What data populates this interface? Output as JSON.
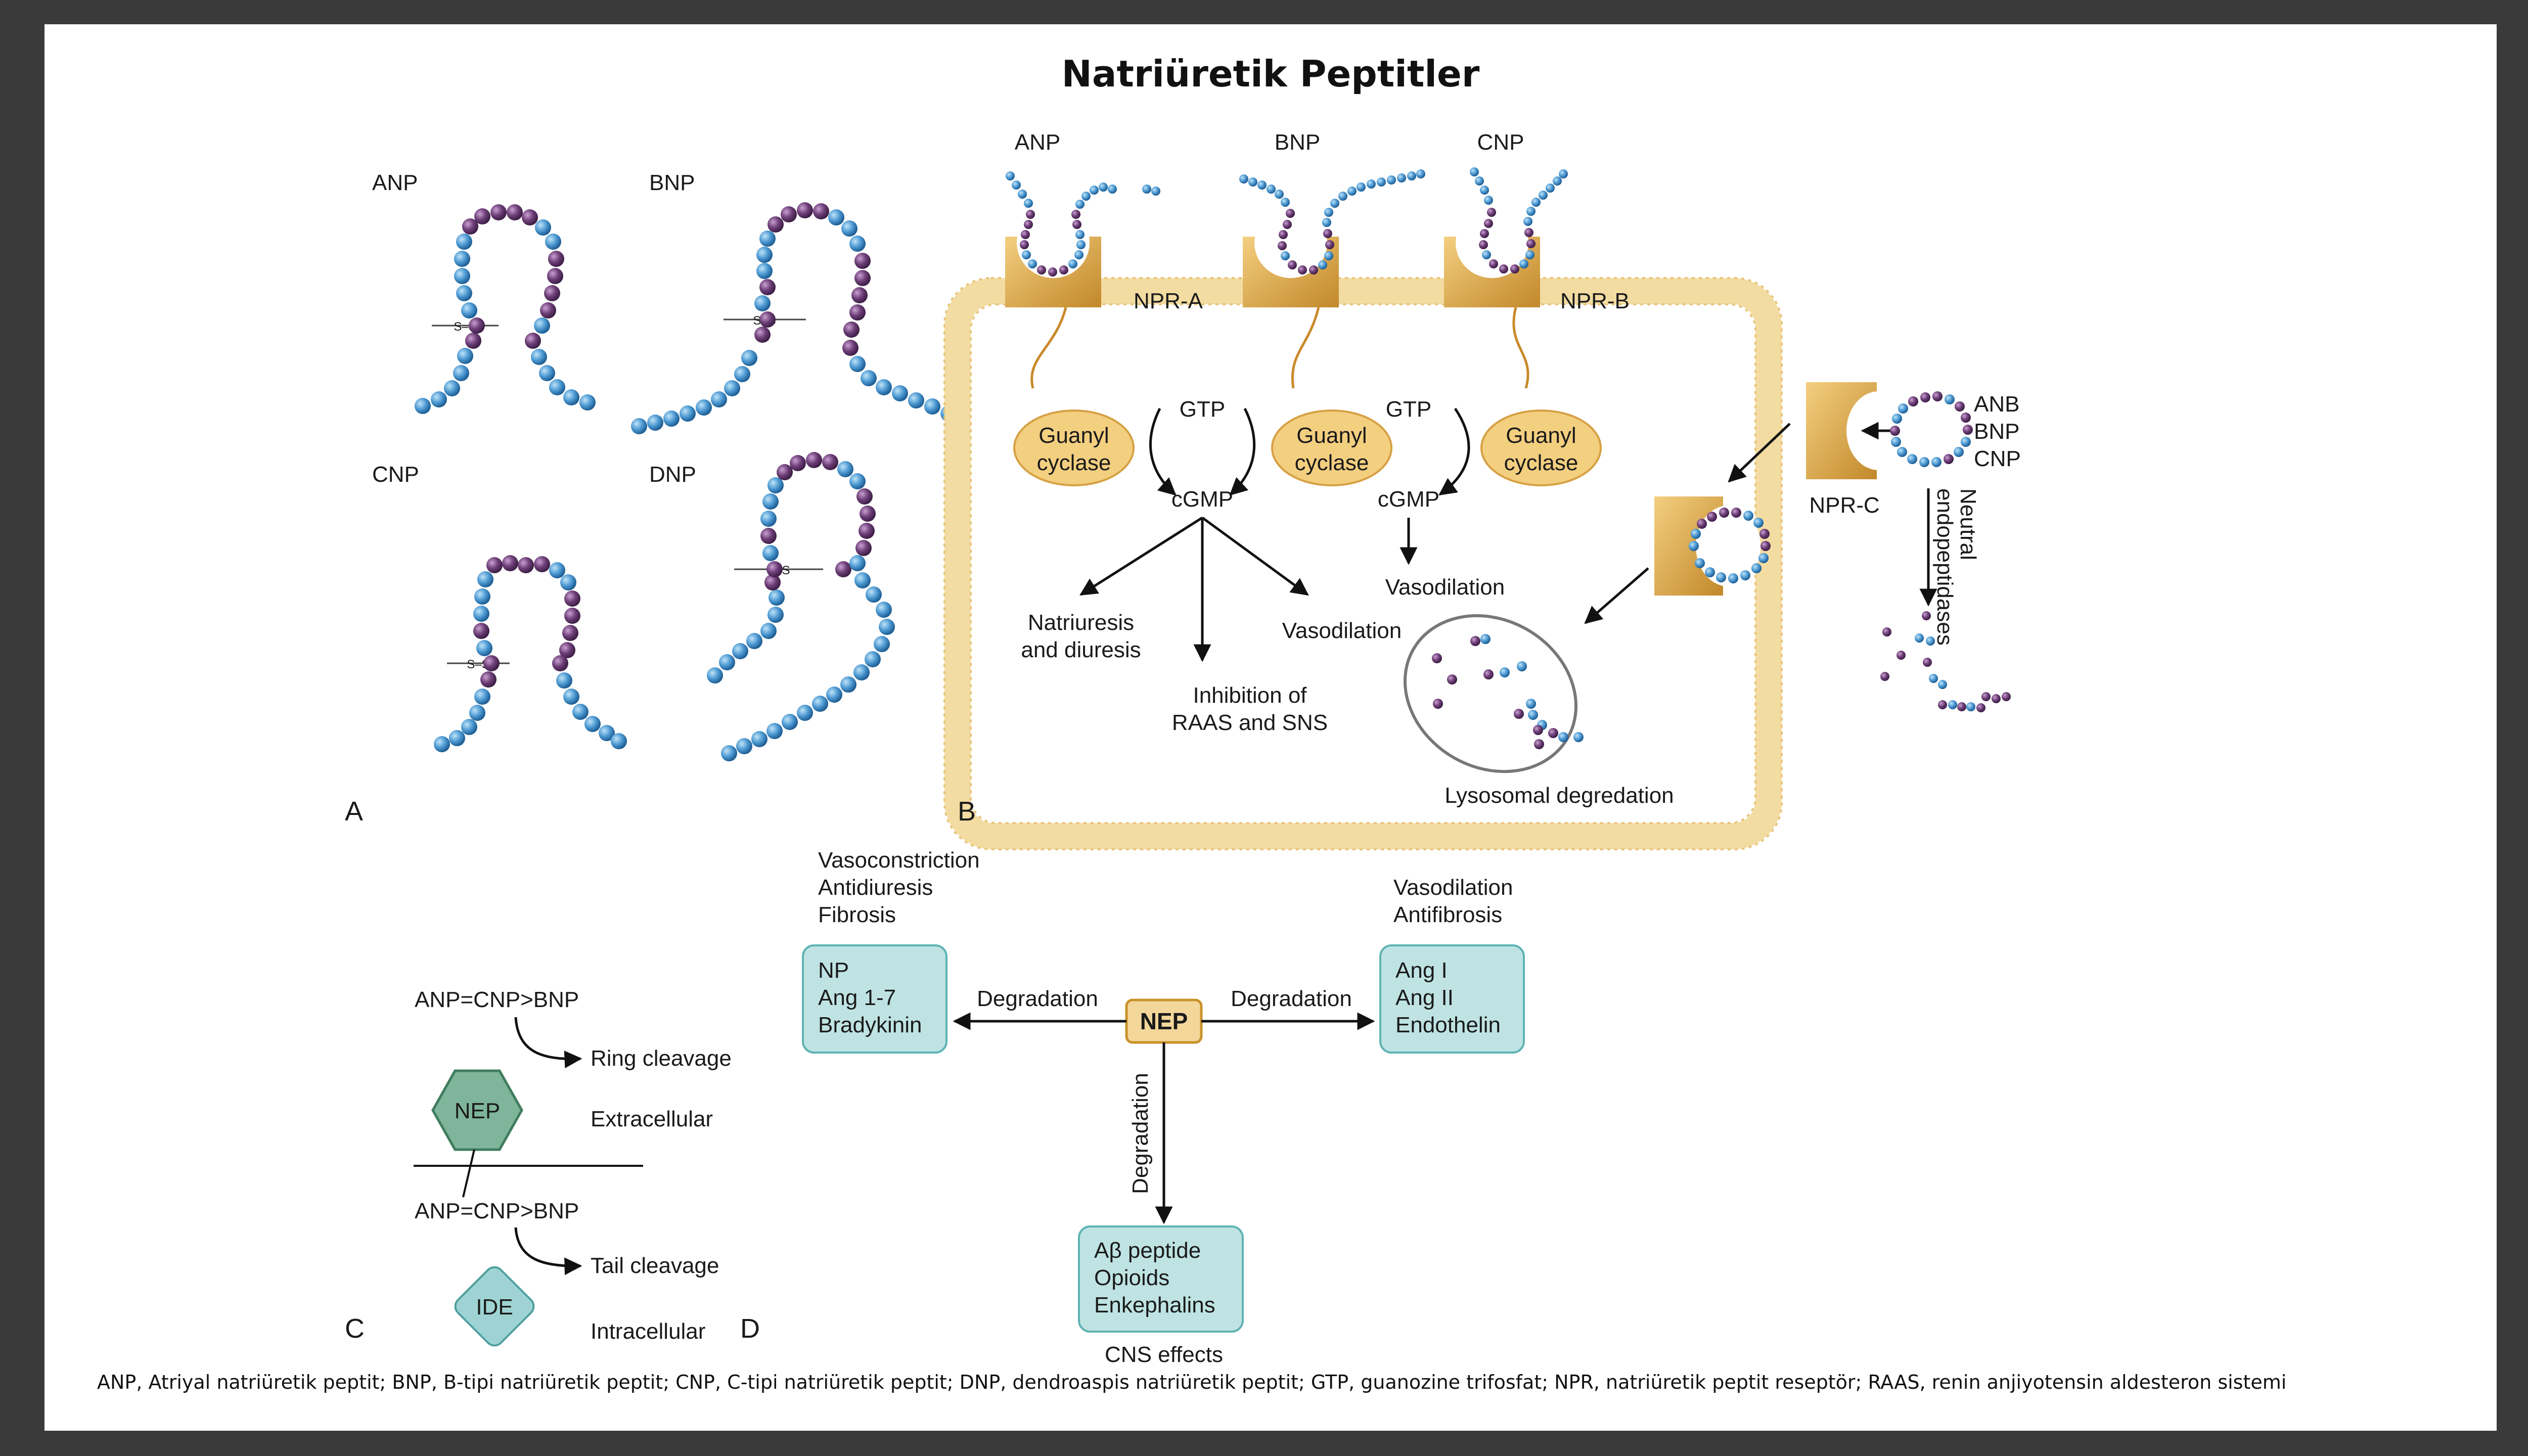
{
  "title": "Natriüretik Peptitler",
  "footnote": "ANP, Atriyal natriüretik peptit; BNP, B-tipi natriüretik peptit; CNP, C-tipi natriüretik peptit; DNP, dendroaspis natriüretik peptit; GTP, guanozine trifosfat; NPR, natriüretik peptit reseptör; RAAS, renin anjiyotensin aldesteron sistemi",
  "colors": {
    "blue_bead": "#4f9bd4",
    "purple_bead": "#6e3f78",
    "receptor": "#d9a848",
    "membrane": "#f6e2ad",
    "box": "#bfe3e3",
    "nep": "#f3d79a",
    "hex": "#7fb59a",
    "diamond": "#9fd3d3"
  },
  "panel_a": {
    "label": "A",
    "peptides": [
      {
        "name": "ANP"
      },
      {
        "name": "BNP"
      },
      {
        "name": "CNP"
      },
      {
        "name": "DNP"
      }
    ],
    "bond": "S–S"
  },
  "panel_b": {
    "label": "B",
    "ligands": [
      "ANP",
      "BNP",
      "CNP"
    ],
    "receptor_a": "NPR-A",
    "receptor_b": "NPR-B",
    "receptor_c": "NPR-C",
    "enzyme_line1": "Guanyl",
    "enzyme_line2": "cyclase",
    "gtp": "GTP",
    "cgmp": "cGMP",
    "effect_natriuresis_1": "Natriuresis",
    "effect_natriuresis_2": "and diuresis",
    "effect_vasodilation": "Vasodilation",
    "effect_inhibition_1": "Inhibition of",
    "effect_inhibition_2": "RAAS and SNS",
    "npr_c_ligands": [
      "ANB",
      "BNP",
      "CNP"
    ],
    "neutral_1": "Neutral",
    "neutral_2": "endopeptidases",
    "lysosomal": "Lysosomal degredation"
  },
  "panel_c": {
    "label": "C",
    "order": "ANP=CNP>BNP",
    "nep": "NEP",
    "ring_cleavage": "Ring cleavage",
    "extracellular": "Extracellular",
    "ide": "IDE",
    "tail_cleavage": "Tail cleavage",
    "intracellular": "Intracellular"
  },
  "panel_d": {
    "label": "D",
    "left_effects": [
      "Vasoconstriction",
      "Antidiuresis",
      "Fibrosis"
    ],
    "left_box": [
      "NP",
      "Ang 1-7",
      "Bradykinin"
    ],
    "right_effects": [
      "Vasodilation",
      "Antifibrosis"
    ],
    "right_box": [
      "Ang I",
      "Ang II",
      "Endothelin"
    ],
    "center": "NEP",
    "degradation": "Degradation",
    "bottom_box": [
      "Aβ peptide",
      "Opioids",
      "Enkephalins"
    ],
    "cns_effects": "CNS effects"
  }
}
